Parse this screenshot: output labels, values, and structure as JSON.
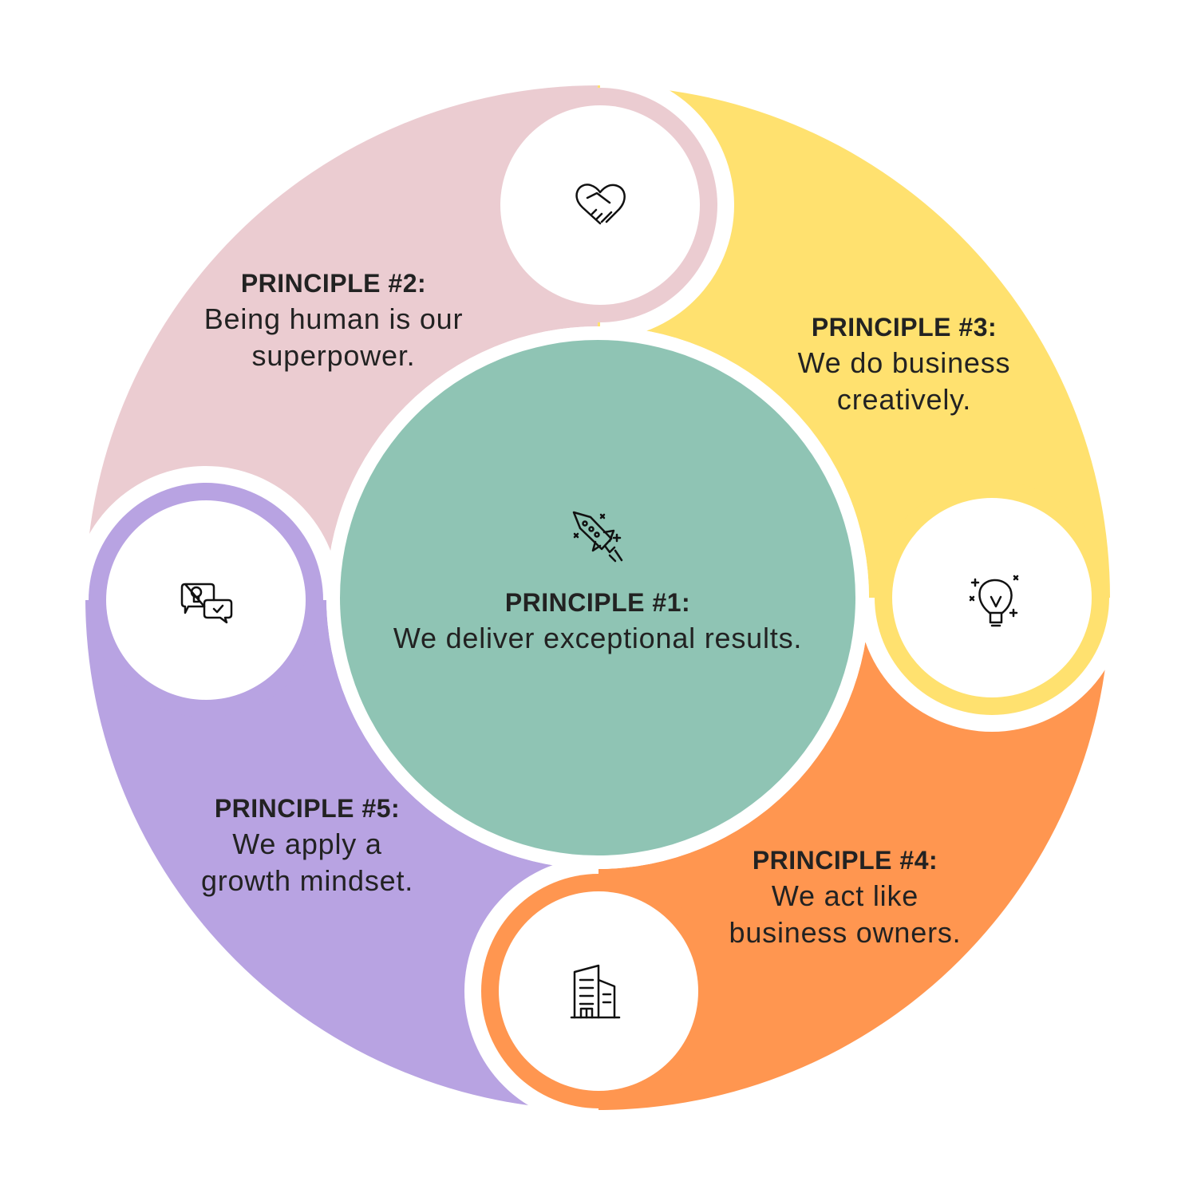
{
  "colors": {
    "center": "#8fc4b4",
    "p2": "#ebccd1",
    "p3": "#ffe16f",
    "p4": "#ff9650",
    "p5": "#b8a3e2"
  },
  "principles": [
    {
      "title": "PRINCIPLE #1:",
      "text": "We deliver exceptional results.",
      "icon": "rocket-icon"
    },
    {
      "title": "PRINCIPLE #2:",
      "text": "Being human is our\nsuperpower.",
      "icon": "handshake-heart-icon"
    },
    {
      "title": "PRINCIPLE #3:",
      "text": "We do business\ncreatively.",
      "icon": "lightbulb-icon"
    },
    {
      "title": "PRINCIPLE #4:",
      "text": "We act like\nbusiness owners.",
      "icon": "building-icon"
    },
    {
      "title": "PRINCIPLE #5:",
      "text": "We apply a\ngrowth mindset.",
      "icon": "chat-bubbles-icon"
    }
  ]
}
